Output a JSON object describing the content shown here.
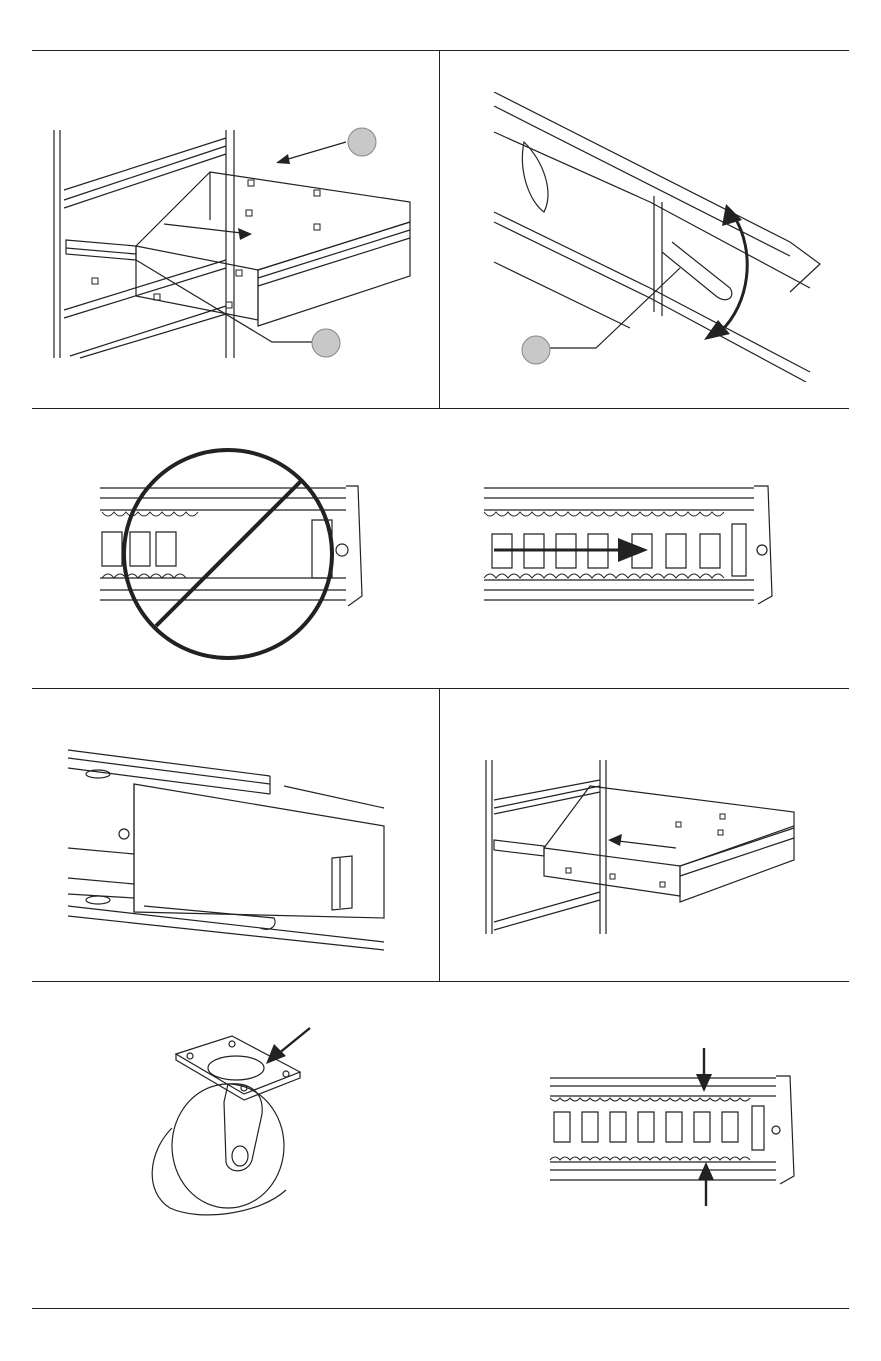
{
  "document": {
    "type": "assembly-instruction-sheet",
    "steps": [
      {
        "id": "1a",
        "figure": "drawer-pulled-out-of-cabinet",
        "callouts": [
          "",
          ""
        ],
        "arrow": "pull-direction"
      },
      {
        "id": "1b",
        "figure": "slide-release-lever",
        "callouts": [
          ""
        ],
        "arrow": "rotate-lever"
      },
      {
        "id": "2a",
        "figure": "rail-incorrect",
        "symbol": "prohibited"
      },
      {
        "id": "2b",
        "figure": "rail-correct",
        "arrow": "push-direction"
      },
      {
        "id": "3a",
        "figure": "slide-member-detail"
      },
      {
        "id": "3b",
        "figure": "drawer-inserted-into-cabinet",
        "arrow": "insert-direction"
      },
      {
        "id": "4a",
        "figure": "caster-wheel",
        "arrow": "lock-point"
      },
      {
        "id": "4b",
        "figure": "rail-top-bottom-points",
        "arrow": "two-opposing-points"
      }
    ],
    "colors": {
      "line": "#222222",
      "shade": "#e8e8e8",
      "background": "#ffffff"
    }
  }
}
